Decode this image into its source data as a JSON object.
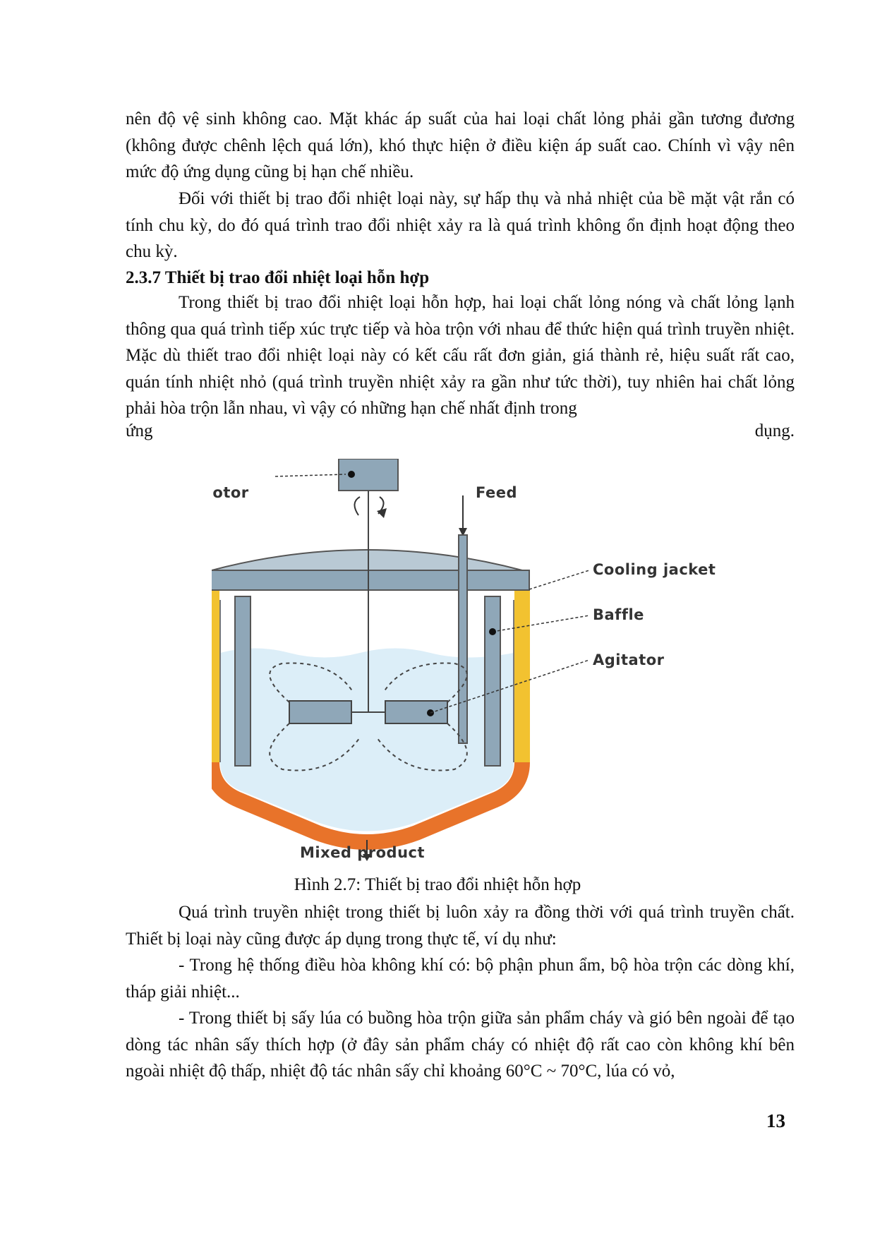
{
  "paragraphs": {
    "p1": "nên độ vệ sinh không cao. Mặt khác áp suất của hai loại chất lỏng phải gần tương đương (không được chênh lệch quá lớn), khó thực hiện ở điều kiện áp suất cao. Chính vì vậy nên mức độ ứng dụng cũng bị hạn chế nhiều.",
    "p2": "Đối với thiết bị trao đổi nhiệt loại này, sự hấp thụ và nhả nhiệt của bề mặt vật rắn có tính chu kỳ, do đó quá trình trao đổi nhiệt xảy ra là quá trình không ổn định hoạt động theo chu kỳ.",
    "heading": "2.3.7 Thiết bị trao đổi nhiệt loại hỗn hợp",
    "p3": "Trong thiết bị trao đổi nhiệt loại hỗn hợp, hai loại chất lỏng nóng và chất lỏng lạnh thông qua quá trình tiếp xúc trực tiếp và hòa trộn với nhau để thức hiện quá trình truyền nhiệt. Mặc dù thiết trao đổi nhiệt loại này có kết cấu rất đơn giản, giá thành rẻ, hiệu suất rất cao, quán tính nhiệt nhỏ (quá trình truyền nhiệt xảy ra gần như tức thời), tuy nhiên hai chất lỏng phải hòa trộn lẫn nhau, vì vậy có những hạn chế nhất định trong",
    "p3_last_left": "ứng",
    "p3_last_right": "dụng.",
    "p4": "Quá trình truyền nhiệt trong thiết bị luôn xảy ra đồng thời với quá trình truyền chất. Thiết bị loại này cũng được áp dụng trong thực tế, ví dụ như:",
    "p5": "- Trong hệ thống điều hòa không khí có: bộ phận phun ẩm, bộ hòa trộn các dòng khí, tháp giải nhiệt...",
    "p6": "- Trong thiết bị sấy lúa có buồng hòa trộn giữa sản phẩm cháy và gió bên ngoài để tạo dòng tác nhân sấy thích hợp (ở đây sản phẩm cháy có nhiệt độ rất cao còn không khí bên ngoài nhiệt độ thấp, nhiệt độ tác nhân sấy chỉ khoảng 60°C ~ 70°C, lúa có vỏ,"
  },
  "figure": {
    "labels": {
      "motor": "Motor",
      "feed": "Feed",
      "cooling_jacket": "Cooling jacket",
      "baffle": "Baffle",
      "agitator": "Agitator",
      "mixed_product": "Mixed product"
    },
    "caption": "Hình 2.7: Thiết bị trao đổi nhiệt hỗn hợp",
    "colors": {
      "jacket_yellow": "#f2c230",
      "jacket_orange": "#e8732a",
      "steel": "#8fa7b8",
      "liquid": "#dceef8"
    }
  },
  "page_number": "13"
}
